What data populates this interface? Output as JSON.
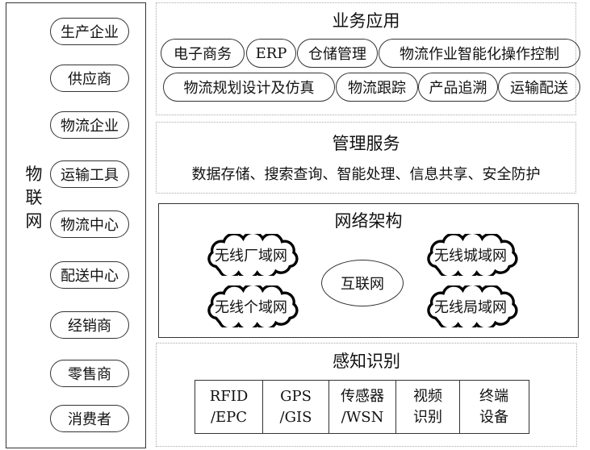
{
  "iot": {
    "label": [
      "物",
      "联",
      "网"
    ],
    "items": [
      "生产企业",
      "供应商",
      "物流企业",
      "运输工具",
      "物流中心",
      "配送中心",
      "经销商",
      "零售商",
      "消费者"
    ]
  },
  "business": {
    "title": "业务应用",
    "row1": [
      "电子商务",
      "ERP",
      "仓储管理",
      "物流作业智能化操作控制"
    ],
    "row2": [
      "物流规划设计及仿真",
      "物流跟踪",
      "产品追溯",
      "运输配送"
    ]
  },
  "management": {
    "title": "管理服务",
    "text": "数据存储、搜索查询、智能处理、信息共享、安全防护"
  },
  "network": {
    "title": "网络架构",
    "clouds": [
      "无线厂域网",
      "无线个域网",
      "无线城域网",
      "无线局域网"
    ],
    "center": "互联网"
  },
  "sensing": {
    "title": "感知识别",
    "cells": [
      [
        "RFID",
        "/EPC"
      ],
      [
        "GPS",
        "/GIS"
      ],
      [
        "传感器",
        "/WSN"
      ],
      [
        "视频",
        "识别"
      ],
      [
        "终端",
        "设备"
      ]
    ]
  }
}
